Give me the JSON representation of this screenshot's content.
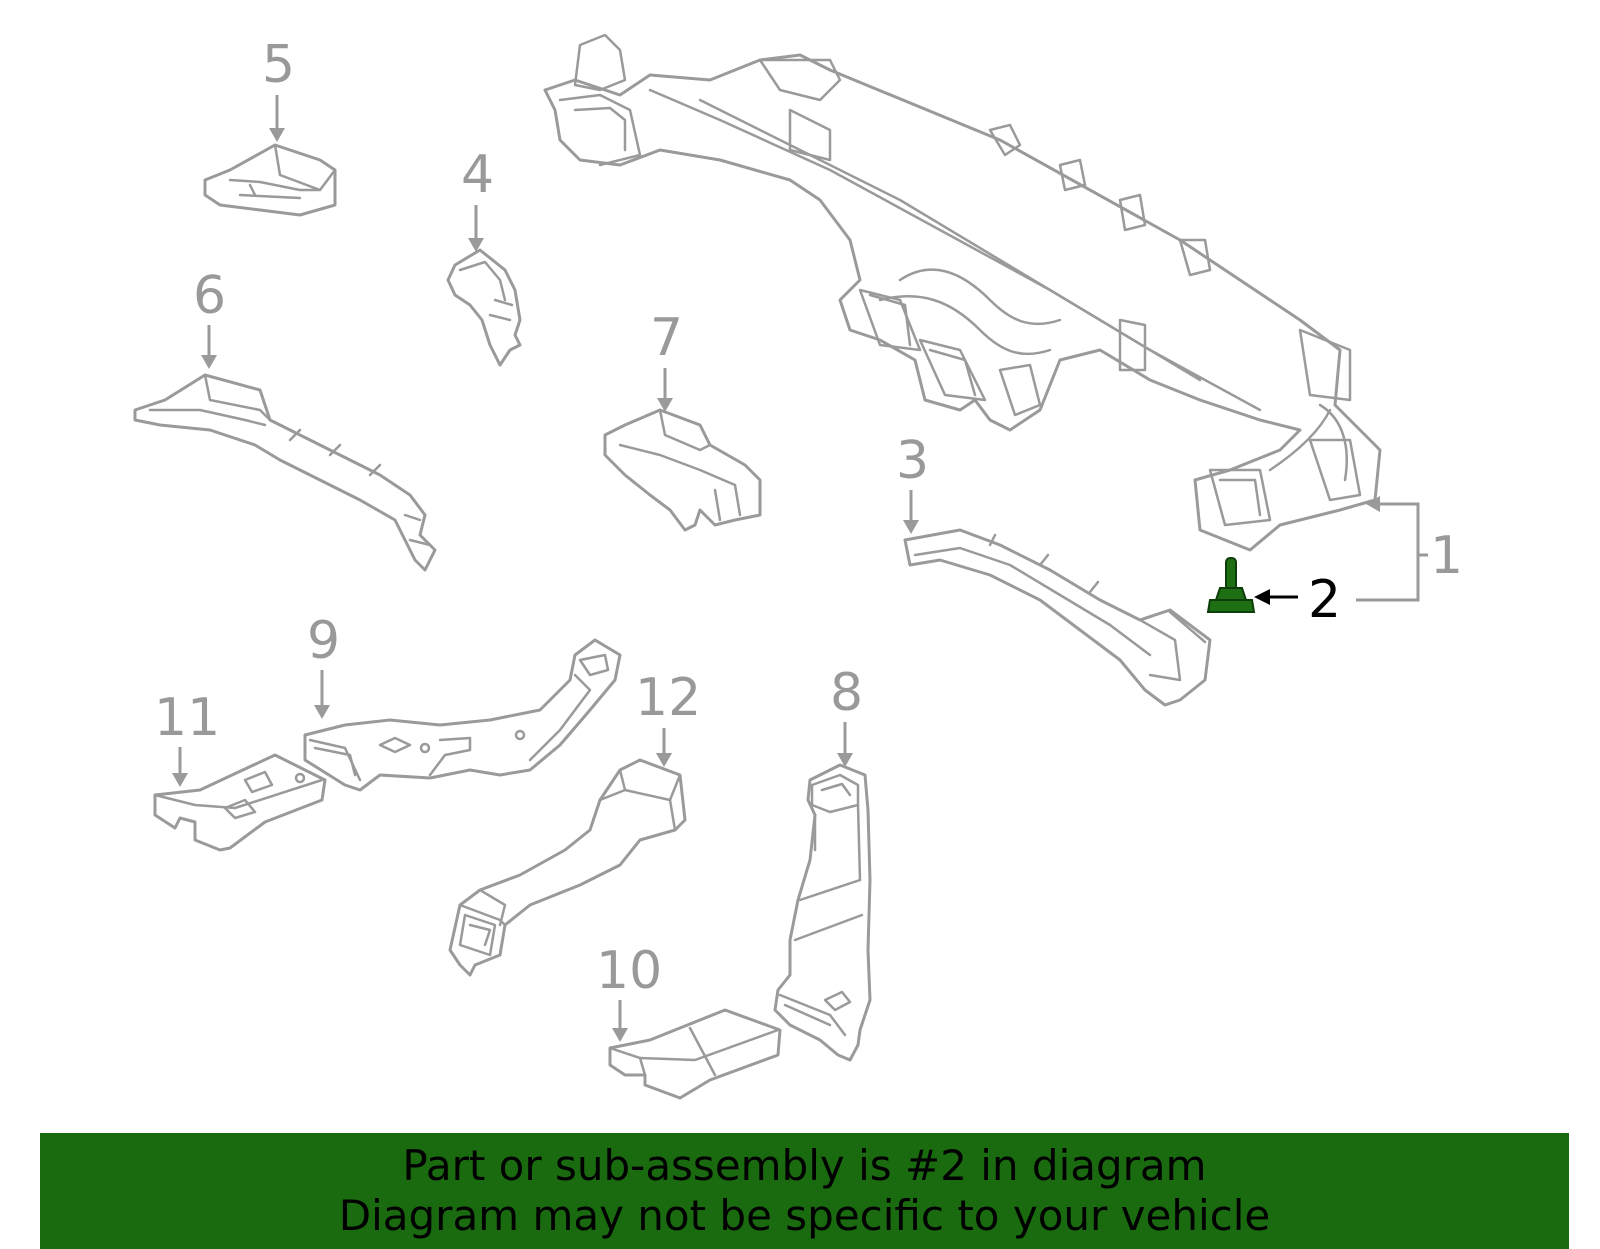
{
  "colors": {
    "part_outline": "#9a9a9a",
    "callout_text": "#999999",
    "highlight_part": "#1e6f14",
    "banner_background": "#1a6b10",
    "banner_text": "#000000"
  },
  "callouts": {
    "c1": "1",
    "c2": "2",
    "c3": "3",
    "c4": "4",
    "c5": "5",
    "c6": "6",
    "c7": "7",
    "c8": "8",
    "c9": "9",
    "c10": "10",
    "c11": "11",
    "c12": "12"
  },
  "highlighted_callout": "2",
  "banner": {
    "line1": "Part or sub-assembly is #2 in diagram",
    "line2": "Diagram may not be specific to your vehicle"
  }
}
